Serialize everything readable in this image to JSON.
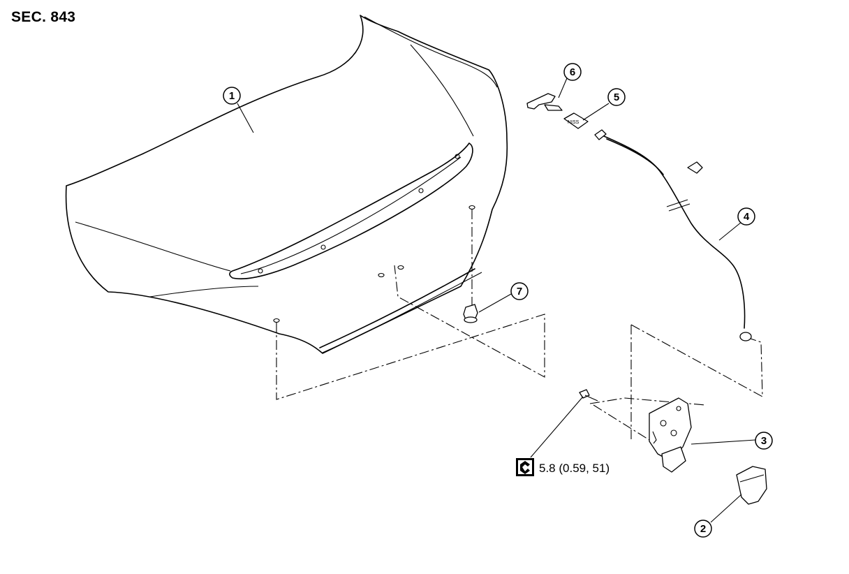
{
  "section_title": "SEC. 843",
  "callouts": [
    "1",
    "2",
    "3",
    "4",
    "5",
    "6",
    "7"
  ],
  "torque": {
    "icon": "torque-wrench-icon",
    "value": "5.8 (0.59, 51)"
  }
}
